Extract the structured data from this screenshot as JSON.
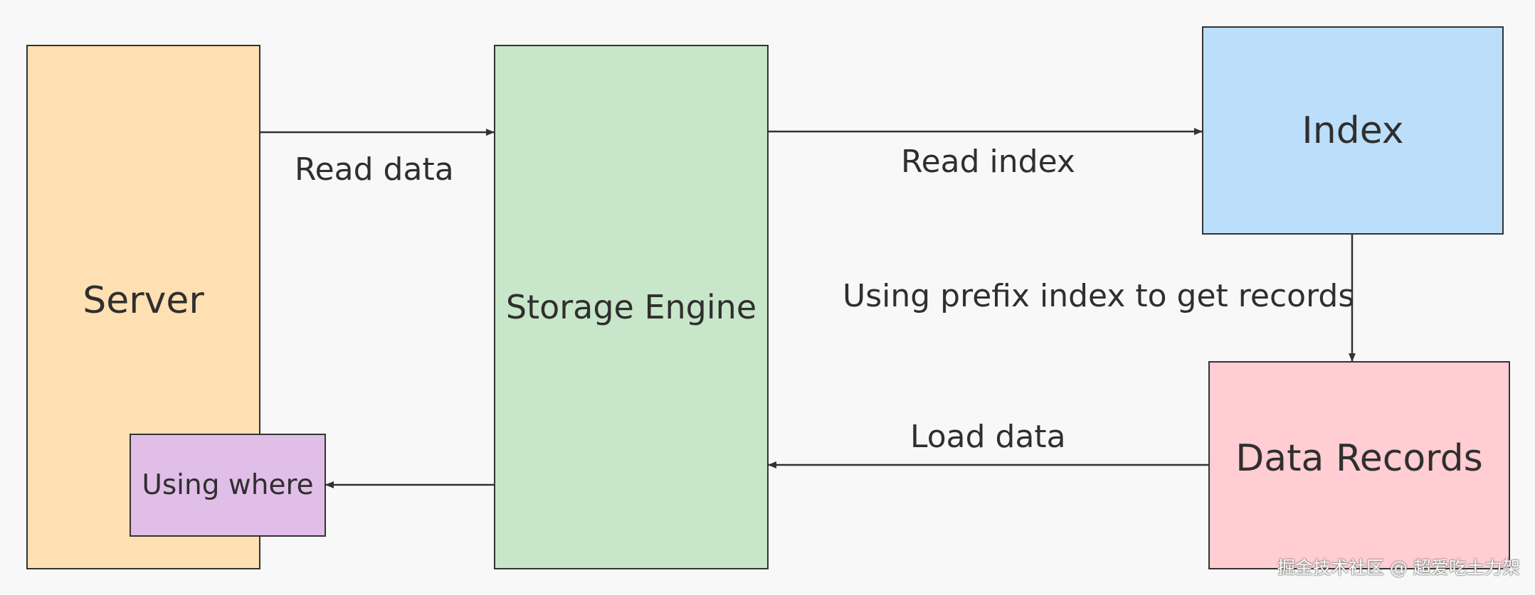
{
  "nodes": {
    "server": {
      "label": "Server",
      "color": "#ffe0b2"
    },
    "storage_engine": {
      "label": "Storage Engine",
      "color": "#c8e6c9"
    },
    "index": {
      "label": "Index",
      "color": "#bbdefb"
    },
    "data_records": {
      "label": "Data Records",
      "color": "#ffcdd2"
    },
    "using_where": {
      "label": "Using where",
      "color": "#e1bee7"
    }
  },
  "edges": {
    "read_data": {
      "label": "Read data",
      "from": "server",
      "to": "storage_engine"
    },
    "read_index": {
      "label": "Read index",
      "from": "storage_engine",
      "to": "index"
    },
    "prefix_index": {
      "label": "Using prefix index to get records",
      "from": "index",
      "to": "data_records"
    },
    "load_data": {
      "label": "Load data",
      "from": "data_records",
      "to": "storage_engine"
    },
    "to_using_where": {
      "label": "",
      "from": "storage_engine",
      "to": "using_where"
    }
  },
  "watermark": "掘金技术社区 @ 超爱吃土力架"
}
